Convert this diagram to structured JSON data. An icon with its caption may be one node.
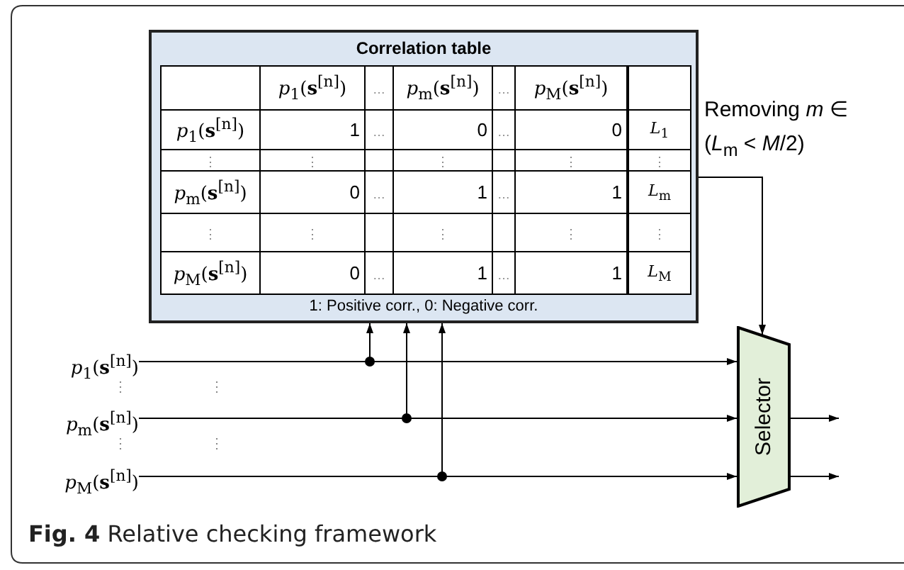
{
  "diagram": {
    "caption": "**Fig. 4** Relative checking framework",
    "nodes": [
      {
        "text": [
          "Correlation table",
          "1: Positive corr., 0: Negative corr."
        ]
      },
      {
        "text": [
          "*p*$_{1}$(**s**$^{[n]}$)"
        ]
      },
      {
        "text": [
          "*p*$_{m}$(**s**$^{[n]}$)"
        ]
      },
      {
        "text": [
          "*p*$_{M}$(**s**$^{[n]}$)"
        ]
      },
      {
        "text": [
          "Selector"
        ]
      }
    ],
    "edges": [
      {
        "from": 1,
        "to": 4,
        "arrow": "to"
      },
      {
        "from": 2,
        "to": 4,
        "arrow": "to"
      },
      {
        "from": 3,
        "to": 4,
        "arrow": "to"
      },
      {
        "from": 1,
        "to": 0,
        "arrow": "to"
      },
      {
        "from": 2,
        "to": 0,
        "arrow": "to"
      },
      {
        "from": 3,
        "to": 0,
        "arrow": "to"
      },
      {
        "from": 0,
        "to": 4,
        "arrow": "to",
        "label": "Removing *m* ∈ (*L*$_{m}$ < *M*/2)"
      },
      {
        "from": 4,
        "to": null,
        "arrow": "to"
      },
      {
        "from": 4,
        "to": null,
        "arrow": "to"
      }
    ],
    "labels": [
      "*p*$_{1}$(**s**$^{[n]}$)",
      "…",
      "*p*$_{m}$(**s**$^{[n]}$)",
      "…",
      "*p*$_{M}$(**s**$^{[n]}$)",
      "*p*$_{1}$(**s**$^{[n]}$)",
      "1",
      "…",
      "0",
      "…",
      "0",
      "*L*$_{1}$",
      "⋮",
      "⋮",
      "⋮",
      "⋮",
      "⋮",
      "*p*$_{m}$(**s**$^{[n]}$)",
      "0",
      "…",
      "1",
      "…",
      "1",
      "*L*$_{m}$",
      "⋮",
      "⋮",
      "⋮",
      "⋮",
      "⋮",
      "*p*$_{M}$(**s**$^{[n]}$)",
      "0",
      "…",
      "1",
      "…",
      "1",
      "*L*$_{M}$",
      "⋮",
      "⋮",
      "⋮",
      "⋮"
    ]
  }
}
